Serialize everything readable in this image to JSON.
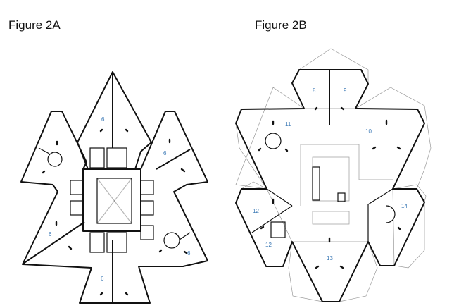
{
  "figures": [
    {
      "caption": "Figure 2A",
      "room_labels": [
        "6",
        "6",
        "6",
        "6",
        "6"
      ]
    },
    {
      "caption": "Figure 2B",
      "room_labels": [
        "8",
        "9",
        "11",
        "10",
        "12",
        "12",
        "13",
        "14"
      ]
    }
  ],
  "colors": {
    "label": "#3a78b5",
    "lines": "#111111"
  }
}
